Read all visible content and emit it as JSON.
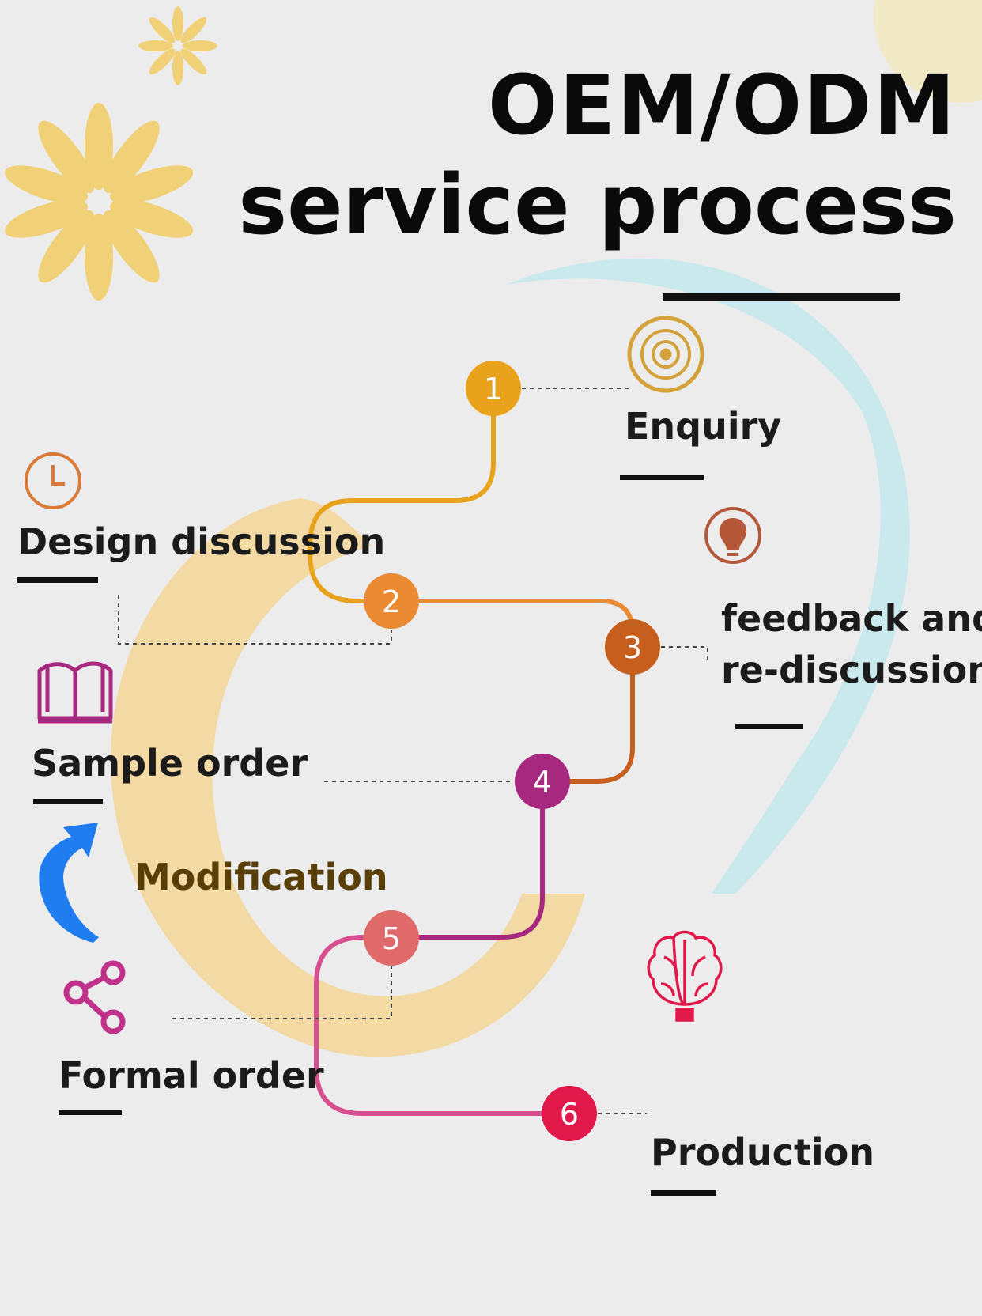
{
  "title": {
    "line1": "OEM/ODM",
    "line2": "service process"
  },
  "steps": [
    {
      "number": "1",
      "label": "Enquiry",
      "icon": "target-icon",
      "color": "#e9a21c"
    },
    {
      "number": "2",
      "label": "Design discussion",
      "icon": "clock-icon",
      "color": "#ea8a33"
    },
    {
      "number": "3",
      "label_line1": "feedback and",
      "label_line2": "re-discussion",
      "icon": "lightbulb-icon",
      "color": "#c65f1e"
    },
    {
      "number": "4",
      "label": "Sample order",
      "icon": "open-book-icon",
      "color": "#a7297f"
    },
    {
      "number": "5",
      "label": "Formal order",
      "icon": "share-icon",
      "color": "#e06a6a"
    },
    {
      "number": "6",
      "label": "Production",
      "icon": "brain-icon",
      "color": "#e0194a"
    }
  ],
  "loop": {
    "label": "Modification",
    "icon": "curved-arrow-icon",
    "color": "#1f7df0"
  }
}
